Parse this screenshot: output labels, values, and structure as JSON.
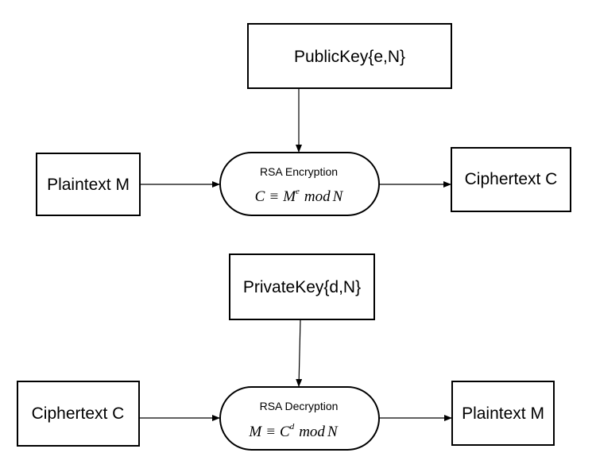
{
  "encryption": {
    "key_label": "PublicKey{e,N}",
    "input_label": "Plaintext M",
    "process_label": "RSA Encryption",
    "formula": {
      "lhs": "C",
      "rel": "≡",
      "base": "M",
      "exp": "e",
      "mod": "mod",
      "modulus": "N"
    },
    "output_label": "Ciphertext C"
  },
  "decryption": {
    "key_label": "PrivateKey{d,N}",
    "input_label": "Ciphertext C",
    "process_label": "RSA Decryption",
    "formula": {
      "lhs": "M",
      "rel": "≡",
      "base": "C",
      "exp": "d",
      "mod": "mod",
      "modulus": "N"
    },
    "output_label": "Plaintext M"
  }
}
